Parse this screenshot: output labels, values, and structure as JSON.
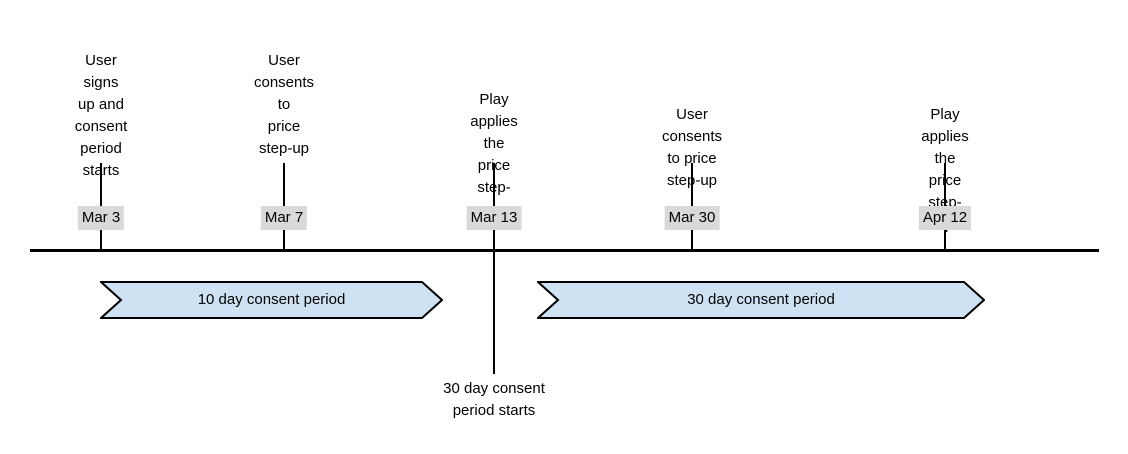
{
  "events": [
    {
      "date": "Mar 3",
      "label": "User signs\nup and\nconsent\nperiod starts"
    },
    {
      "date": "Mar 7",
      "label": "User\nconsents to\nprice\nstep-up"
    },
    {
      "date": "Mar 13",
      "label": "Play applies the\nprice step-up"
    },
    {
      "date": "Mar 30",
      "label": "User consents to price\nstep-up"
    },
    {
      "date": "Apr 12",
      "label": "Play applies the\nprice step-up"
    }
  ],
  "periods": [
    {
      "label": "10 day consent period"
    },
    {
      "label": "30 day consent period"
    }
  ],
  "annotations": [
    {
      "label": "30 day consent\nperiod starts"
    }
  ],
  "colors": {
    "period_fill": "#cfe2f3",
    "period_border": "#000000",
    "date_bg": "#d9d9d9",
    "line": "#000000"
  }
}
